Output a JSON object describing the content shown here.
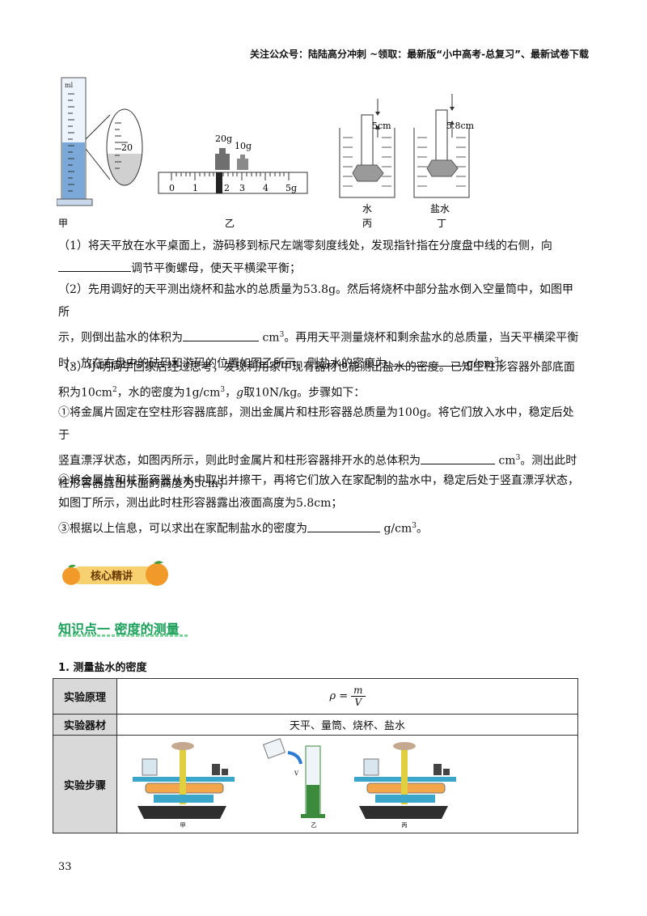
{
  "header": "关注公众号：陆陆高分冲刺 ~领取：最新版“小中高考-总复习”、最新试卷下载",
  "figure": {
    "cyl_unit": "ml",
    "cyl_zoom_mark": "20",
    "weight_20": "20g",
    "weight_10": "10g",
    "ruler_ticks": [
      "0",
      "1",
      "2",
      "3",
      "4",
      "5g"
    ],
    "label_bing_depth": "5cm",
    "label_ding_depth": "5.8cm",
    "label_water": "水",
    "label_brine": "盐水",
    "captions": [
      "甲",
      "乙",
      "丙",
      "丁"
    ]
  },
  "q1": {
    "text_a": "（1）将天平放在水平桌面上，游码移到标尺左端零刻度线处，发现指针指在分度盘中线的右侧，向",
    "text_b": "调节平衡螺母，使天平横梁平衡；"
  },
  "q2": {
    "text_a": "（2）先用调好的天平测出烧杯和盐水的总质量为53.8g。然后将烧杯中部分盐水倒入空量筒中，如图甲所",
    "text_b": "示，则倒出盐水的体积为",
    "unit_cm": "cm",
    "sup3": "3",
    "text_c": "。再用天平测量烧杯和剩余盐水的总质量，当天平横梁平衡",
    "text_d": "时，放在右盘中的砝码和游码的位置如图乙所示，则盐水的密度为",
    "unit_gcm": "g/cm",
    "text_e": "；"
  },
  "q3": {
    "text_a": "（3）小明同学回家后经过思考，发现利用家中现有器材也能测出盐水的密度。已知空柱形容器外部底面",
    "text_b1": "积为",
    "area": "10cm",
    "area_sup": "2",
    "text_b2": "，水的密度为",
    "density": "1g/cm",
    "density_sup": "3",
    "text_b3": "，",
    "g": "g",
    "text_b4": "取10N/kg。步骤如下："
  },
  "step1": {
    "text_a": "①将金属片固定在空柱形容器底部，测出金属片和柱形容器总质量为100g。将它们放入水中，稳定后处于",
    "text_b": "竖直漂浮状态，如图丙所示，则此时金属片和柱形容器排开水的总体积为",
    "unit": "cm",
    "sup": "3",
    "text_c": "。测出此时",
    "text_d": "柱形容器露出水面的高度为5cm；"
  },
  "step2": {
    "text_a": "②将金属片和柱形容器从水中取出并擦干，再将它们放入在家配制的盐水中，稳定后处于竖直漂浮状态，",
    "text_b": "如图丁所示，测出此时柱形容器露出液面高度为5.8cm；"
  },
  "step3": {
    "text_a": "③根据以上信息，可以求出在家配制盐水的密度为",
    "unit": "g/cm",
    "sup": "3",
    "text_b": "。"
  },
  "badge": "核心精讲",
  "knowledge_title": "知识点一    密度的测量",
  "section": "1. 测量盐水的密度",
  "table": {
    "row1_h": "实验原理",
    "formula_rho": "ρ =",
    "formula_m": "m",
    "formula_v": "V",
    "row2_h": "实验器材",
    "row2_v": "天平、量筒、烧杯、盐水",
    "row3_h": "实验步骤",
    "step_captions": [
      "甲",
      "乙",
      "丙"
    ]
  },
  "page_number": "33"
}
